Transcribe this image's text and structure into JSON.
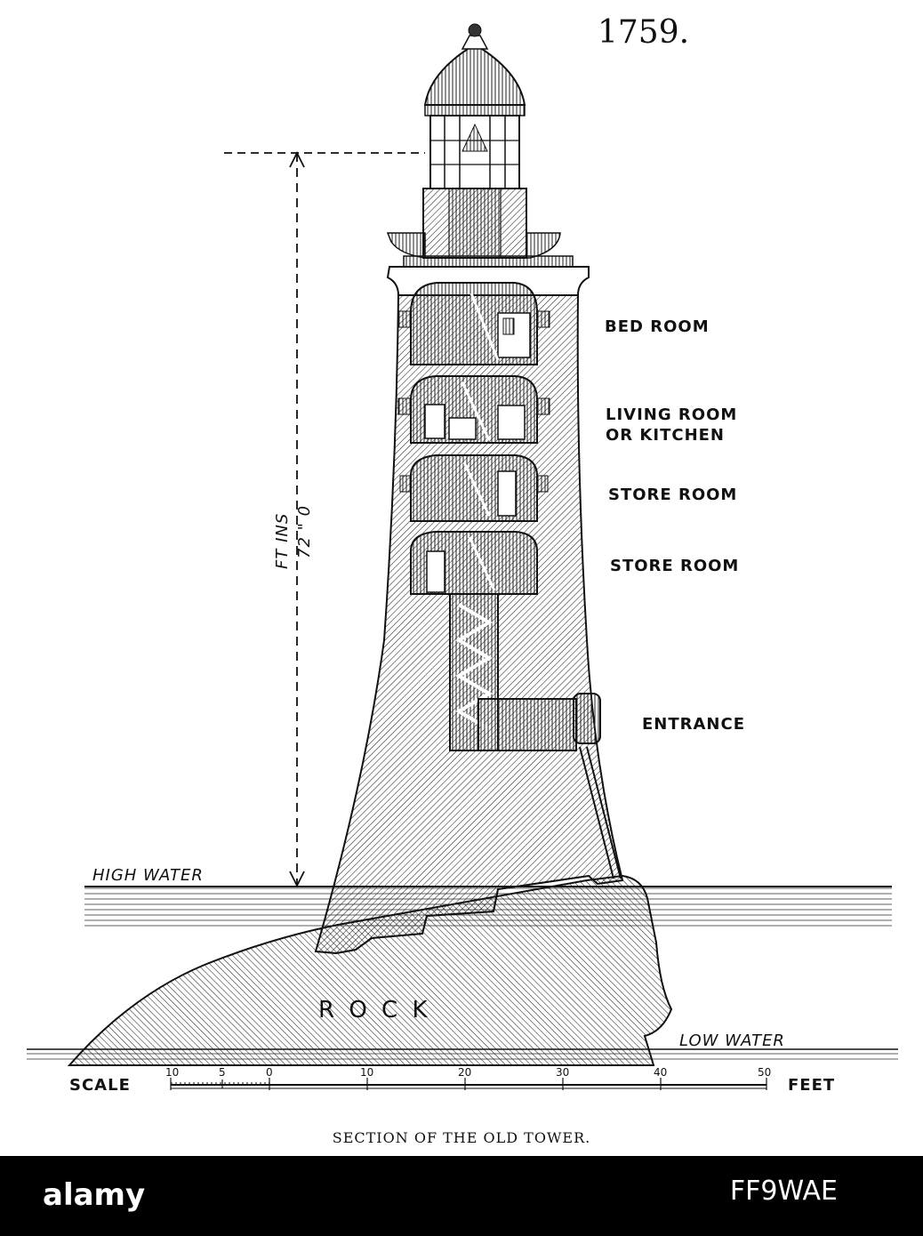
{
  "figure": {
    "year": "1759.",
    "caption": "SECTION OF THE OLD TOWER.",
    "height_label": {
      "unit": "FT   INS",
      "value": "72 \" 0"
    },
    "rooms": [
      "BED ROOM",
      "LIVING ROOM",
      "OR KITCHEN",
      "STORE ROOM",
      "STORE ROOM",
      "ENTRANCE"
    ],
    "water": {
      "high": "HIGH WATER",
      "low": "LOW WATER"
    },
    "rock_label": "R O C K",
    "scale": {
      "label": "SCALE",
      "unit": "FEET",
      "ticks": [
        "10",
        "5",
        "0",
        "10",
        "20",
        "30",
        "40",
        "50"
      ]
    },
    "colors": {
      "ink": "#111111",
      "paper": "#ffffff",
      "hatch": "#333333"
    }
  },
  "watermark": {
    "logo": "alamy",
    "image_id": "FF9WAE"
  }
}
